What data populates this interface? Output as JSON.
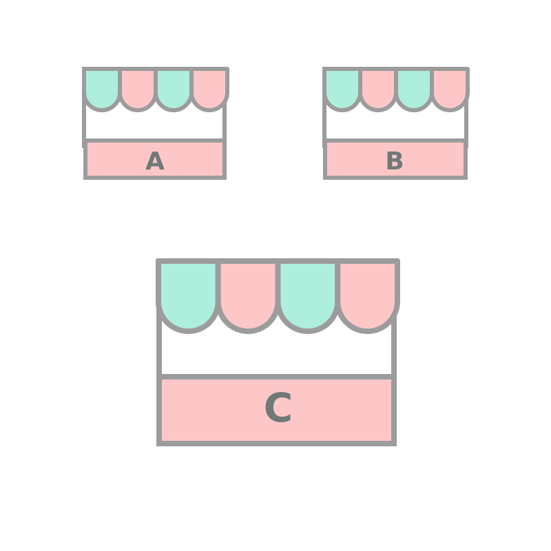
{
  "colors": {
    "outline": "#9c9c9c",
    "mint": "#aeeedd",
    "pink": "#fdc7c8",
    "body": "#ffffff",
    "label_text": "#6f7a77"
  },
  "stores": [
    {
      "id": "a",
      "label": "A",
      "awning_pattern": [
        "mint",
        "pink",
        "mint",
        "pink"
      ]
    },
    {
      "id": "b",
      "label": "B",
      "awning_pattern": [
        "mint",
        "pink",
        "mint",
        "pink"
      ]
    },
    {
      "id": "c",
      "label": "C",
      "awning_pattern": [
        "mint",
        "pink",
        "mint",
        "pink"
      ]
    }
  ]
}
